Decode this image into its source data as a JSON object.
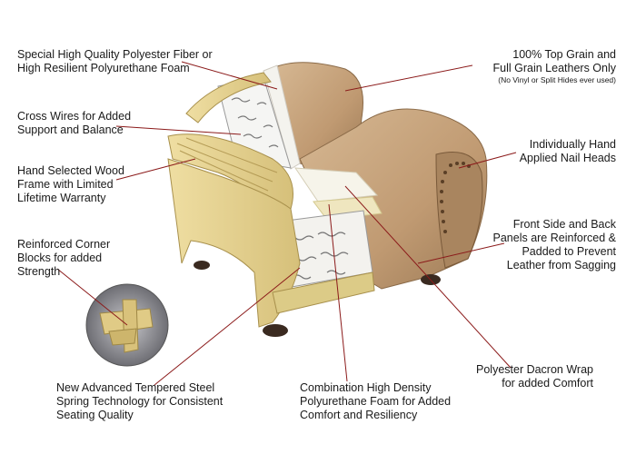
{
  "callouts": {
    "fiber_foam": [
      "Special High Quality Polyester Fiber or",
      "High Resilient Polyurethane Foam"
    ],
    "cross_wires": [
      "Cross Wires for Added",
      "Support and Balance"
    ],
    "wood_frame": [
      "Hand Selected Wood",
      "Frame with Limited",
      "Lifetime Warranty"
    ],
    "corner_blocks": [
      "Reinforced Corner",
      "Blocks for added",
      "Strength"
    ],
    "steel_spring": [
      "New Advanced Tempered Steel",
      "Spring Technology for Consistent",
      "Seating Quality"
    ],
    "density_foam": [
      "Combination High Density",
      "Polyurethane Foam for Added",
      "Comfort and Resiliency"
    ],
    "dacron_wrap": [
      "Polyester Dacron Wrap",
      "for added Comfort"
    ],
    "panels": [
      "Front Side and Back",
      "Panels are Reinforced &",
      "Padded to Prevent",
      "Leather from Sagging"
    ],
    "nail_heads": [
      "Individually Hand",
      "Applied Nail Heads"
    ],
    "leather": [
      "100% Top Grain and",
      "Full Grain Leathers Only"
    ],
    "leather_note": "(No Vinyl or Split Hides ever used)"
  },
  "colors": {
    "leader_line": "#8b1a1a",
    "leather": "#c4a27d",
    "wood": "#e3d08d",
    "text": "#1a1a1a"
  }
}
